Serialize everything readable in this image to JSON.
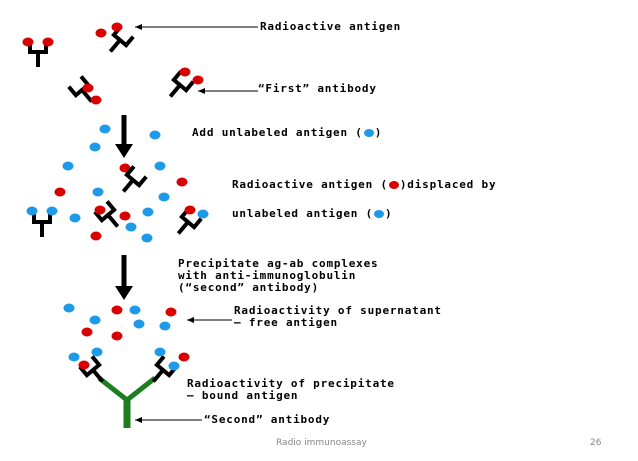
{
  "colors": {
    "radioactive": "#d90000",
    "unlabeled": "#1e9be8",
    "antibody": "#000000",
    "second_antibody": "#1e7d1e",
    "arrow": "#000000"
  },
  "labels": {
    "radioactive_antigen": "Radioactive antigen",
    "first_antibody": "“First” antibody",
    "add_unlabeled_pre": "Add unlabeled antigen (",
    "add_unlabeled_post": ")",
    "displaced_pre": "Radioactive antigen (",
    "displaced_post": ")displaced by",
    "unlabeled_pre": "unlabeled antigen (",
    "unlabeled_post": ")",
    "precipitate_line1": "Precipitate ag-ab complexes",
    "precipitate_line2": "with anti-immunoglobulin",
    "precipitate_line3": "(“second” antibody)",
    "supernatant_line1": "Radioactivity of supernatant",
    "supernatant_line2": "– free antigen",
    "precipitate_radio_line1": "Radioactivity of precipitate",
    "precipitate_radio_line2": "– bound antigen",
    "second_antibody": "“Second” antibody"
  },
  "footer": {
    "title": "Radio immunoassay",
    "page": "26"
  }
}
